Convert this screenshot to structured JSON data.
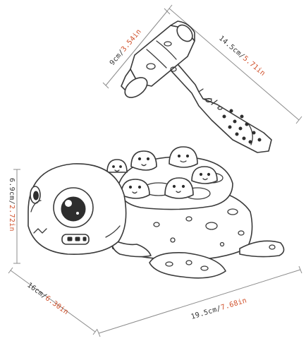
{
  "product": {
    "name": "turtle whack-a-mole toy with hammer",
    "line_color": "#3a3a3a",
    "metric_color": "#333333",
    "imperial_color": "#d0502a"
  },
  "dimensions": {
    "hammer_head": {
      "metric": "9cm",
      "separator": "/",
      "imperial": "3.54in"
    },
    "hammer_length": {
      "metric": "14.5cm",
      "separator": "/",
      "imperial": "5.71in"
    },
    "toy_height": {
      "metric": "6.9cm",
      "separator": "/",
      "imperial": "2.72in"
    },
    "toy_depth": {
      "metric": "16cm",
      "separator": "/",
      "imperial": "6.30in"
    },
    "toy_length": {
      "metric": "19.5cm",
      "separator": "/",
      "imperial": "7.68in"
    }
  }
}
